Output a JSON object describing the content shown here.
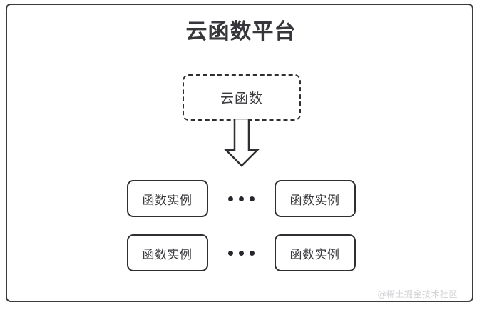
{
  "diagram": {
    "title": "云函数平台",
    "cloud_function": {
      "label": "云函数",
      "border_style": "dashed"
    },
    "arrow": {
      "icon": "arrow-down-icon",
      "direction": "down"
    },
    "rows": [
      {
        "left_instance": "函数实例",
        "ellipsis": "...",
        "right_instance": "函数实例"
      },
      {
        "left_instance": "函数实例",
        "ellipsis": "...",
        "right_instance": "函数实例"
      }
    ],
    "watermark": "@稀土掘金技术社区",
    "colors": {
      "stroke": "#2f2f33",
      "title": "#37373b",
      "text": "#3a3a3e",
      "background": "#ffffff",
      "watermark": "#d2d2d6"
    }
  }
}
